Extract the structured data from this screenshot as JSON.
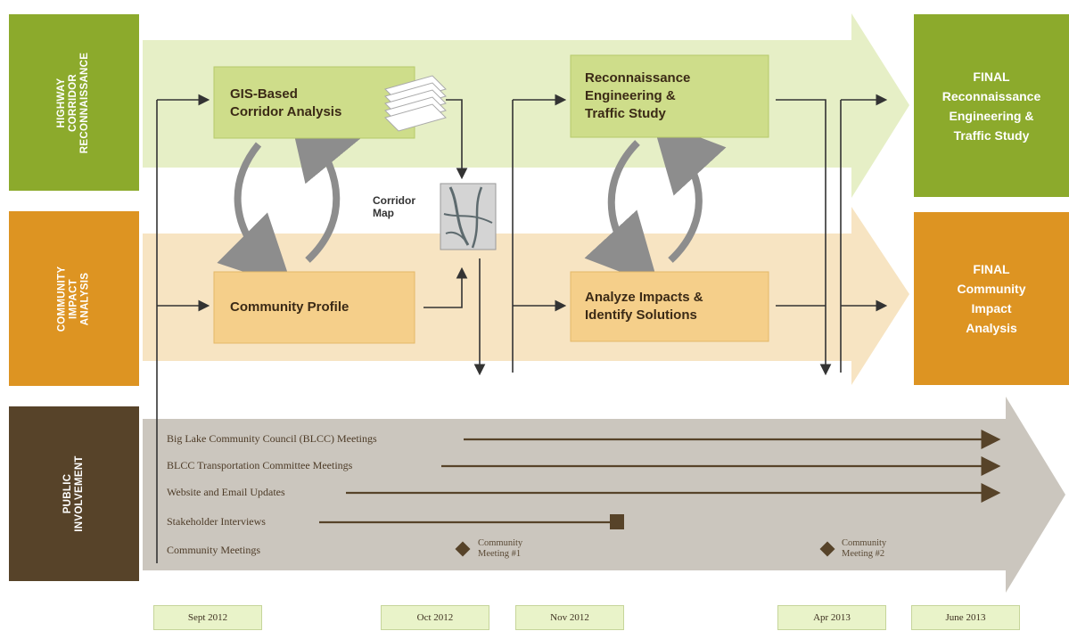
{
  "swimlanes": {
    "highway": "HIGHWAY\nCORRIDOR\nRECONNAISSANCE",
    "community": "COMMUNITY\nIMPACT\nANALYSIS",
    "public": "PUBLIC\nINVOLVEMENT"
  },
  "boxes": {
    "gis": "GIS-Based\nCorridor Analysis",
    "community_profile": "Community Profile",
    "recon": "Reconnaissance\nEngineering &\nTraffic Study",
    "analyze": "Analyze Impacts &\nIdentify Solutions"
  },
  "corridor_map_label": "Corridor\nMap",
  "finals": {
    "recon": "FINAL\nReconnaissance\nEngineering &\nTraffic Study",
    "community": "FINAL\nCommunity\nImpact\nAnalysis"
  },
  "public_involvement": [
    "Big Lake Community Council (BLCC) Meetings",
    "BLCC Transportation Committee Meetings",
    "Website and Email Updates",
    "Stakeholder Interviews",
    "Community Meetings"
  ],
  "community_meetings": [
    "Community\nMeeting #1",
    "Community\nMeeting #2"
  ],
  "dates": [
    "Sept 2012",
    "Oct 2012",
    "Nov 2012",
    "Apr 2013",
    "June 2013"
  ],
  "colors": {
    "green_dark": "#8caa2c",
    "green_light": "#e6efc6",
    "orange_dark": "#dd9422",
    "orange_light": "#f7e4c2",
    "brown": "#574329",
    "gray": "#c9c4bc"
  }
}
